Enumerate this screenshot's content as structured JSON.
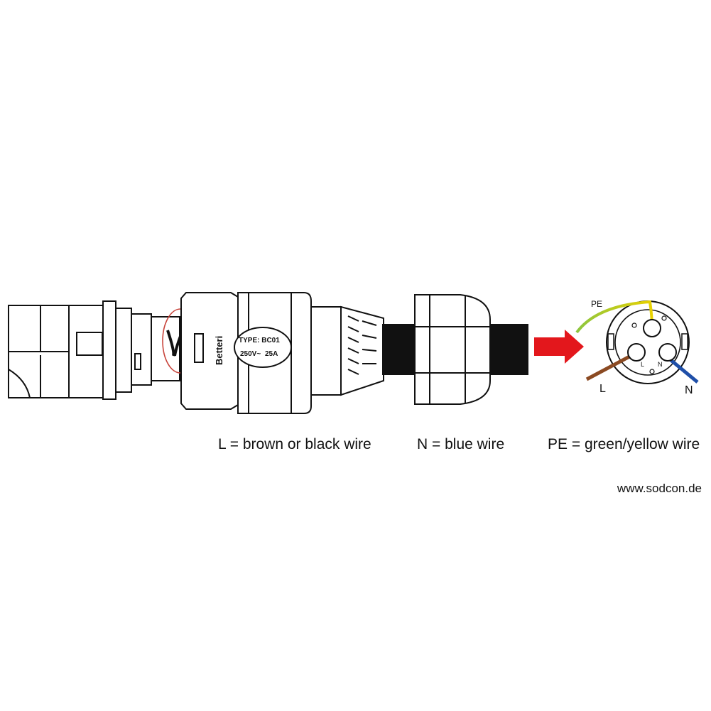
{
  "connector": {
    "brand": "Betteri",
    "type_label": "TYPE: BC01",
    "rating_voltage": "250V~",
    "rating_current": "25A"
  },
  "terminal_view": {
    "pe_label": "PE",
    "l_label": "L",
    "n_label": "N",
    "inner_l": "L",
    "inner_n": "N"
  },
  "legend": {
    "l": "L = brown or black wire",
    "n": "N = blue wire",
    "pe": "PE = green/yellow wire"
  },
  "website": "www.sodcon.de",
  "colors": {
    "brown_wire": "#8B4A22",
    "blue_wire": "#1F4FA8",
    "pe_green": "#8CC63F",
    "pe_yellow": "#E8D100",
    "arrow_red": "#E3171C",
    "highlight_circle": "#C8453C",
    "cable": "#111111"
  }
}
